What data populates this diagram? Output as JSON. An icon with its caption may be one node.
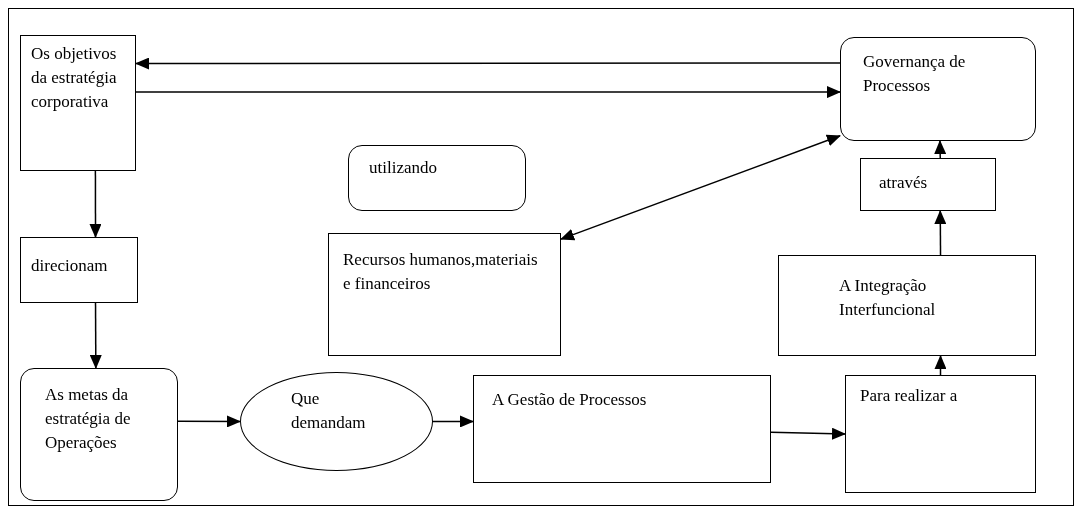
{
  "diagram": {
    "nodes": [
      {
        "text": [
          "Os objetivos da estratégia corporativa"
        ]
      },
      {
        "text": [
          "Governança de Processos"
        ]
      },
      {
        "text": [
          "utilizando"
        ]
      },
      {
        "text": [
          "direcionam"
        ]
      },
      {
        "text": [
          "Recursos humanos,materiais e financeiros"
        ]
      },
      {
        "text": [
          "através"
        ]
      },
      {
        "text": [
          "A Integração Interfuncional"
        ]
      },
      {
        "text": [
          "As metas da estratégia de Operações"
        ]
      },
      {
        "text": [
          "Que demandam"
        ]
      },
      {
        "text": [
          "A Gestão de Processos"
        ]
      },
      {
        "text": [
          "Para realizar a"
        ]
      }
    ],
    "edges": [
      {
        "from": 1,
        "to": 0,
        "arrow": "to"
      },
      {
        "from": 0,
        "to": 1,
        "arrow": "to"
      },
      {
        "from": 4,
        "to": 1,
        "arrow": "both"
      },
      {
        "from": 0,
        "to": 3,
        "arrow": "to"
      },
      {
        "from": 3,
        "to": 7,
        "arrow": "to"
      },
      {
        "from": 7,
        "to": 8,
        "arrow": "to"
      },
      {
        "from": 8,
        "to": 9,
        "arrow": "to"
      },
      {
        "from": 9,
        "to": 10,
        "arrow": "to"
      },
      {
        "from": 10,
        "to": 6,
        "arrow": "to"
      },
      {
        "from": 6,
        "to": 5,
        "arrow": "to"
      },
      {
        "from": 5,
        "to": 1,
        "arrow": "to"
      }
    ]
  }
}
